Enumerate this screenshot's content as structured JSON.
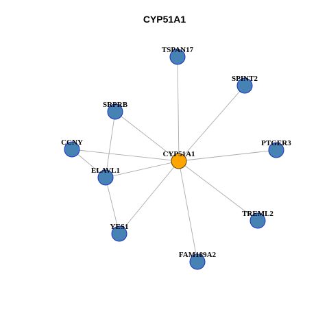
{
  "title": "CYP51A1",
  "colors": {
    "hub_fill": "#FFA500",
    "hub_stroke": "#5a3a00",
    "node_fill": "#4682B4",
    "node_stroke": "#1a2fc0",
    "edge": "#aaaaaa"
  },
  "nodes": [
    {
      "id": "CYP51A1",
      "label": "CYP51A1",
      "hub": true
    },
    {
      "id": "TSPAN17",
      "label": "TSPAN17"
    },
    {
      "id": "SPINT2",
      "label": "SPINT2"
    },
    {
      "id": "SRPRB",
      "label": "SRPRB"
    },
    {
      "id": "CCNY",
      "label": "CCNY"
    },
    {
      "id": "PTGER3",
      "label": "PTGER3"
    },
    {
      "id": "ELAVL1",
      "label": "ELAVL1"
    },
    {
      "id": "TREML2",
      "label": "TREML2"
    },
    {
      "id": "YES1",
      "label": "YES1"
    },
    {
      "id": "FAM189A2",
      "label": "FAM189A2"
    }
  ],
  "edges": [
    [
      "CYP51A1",
      "TSPAN17"
    ],
    [
      "CYP51A1",
      "SPINT2"
    ],
    [
      "CYP51A1",
      "SRPRB"
    ],
    [
      "CYP51A1",
      "CCNY"
    ],
    [
      "CYP51A1",
      "PTGER3"
    ],
    [
      "CYP51A1",
      "ELAVL1"
    ],
    [
      "CYP51A1",
      "TREML2"
    ],
    [
      "CYP51A1",
      "YES1"
    ],
    [
      "CYP51A1",
      "FAM189A2"
    ],
    [
      "SRPRB",
      "ELAVL1"
    ],
    [
      "CCNY",
      "ELAVL1"
    ],
    [
      "ELAVL1",
      "YES1"
    ]
  ]
}
